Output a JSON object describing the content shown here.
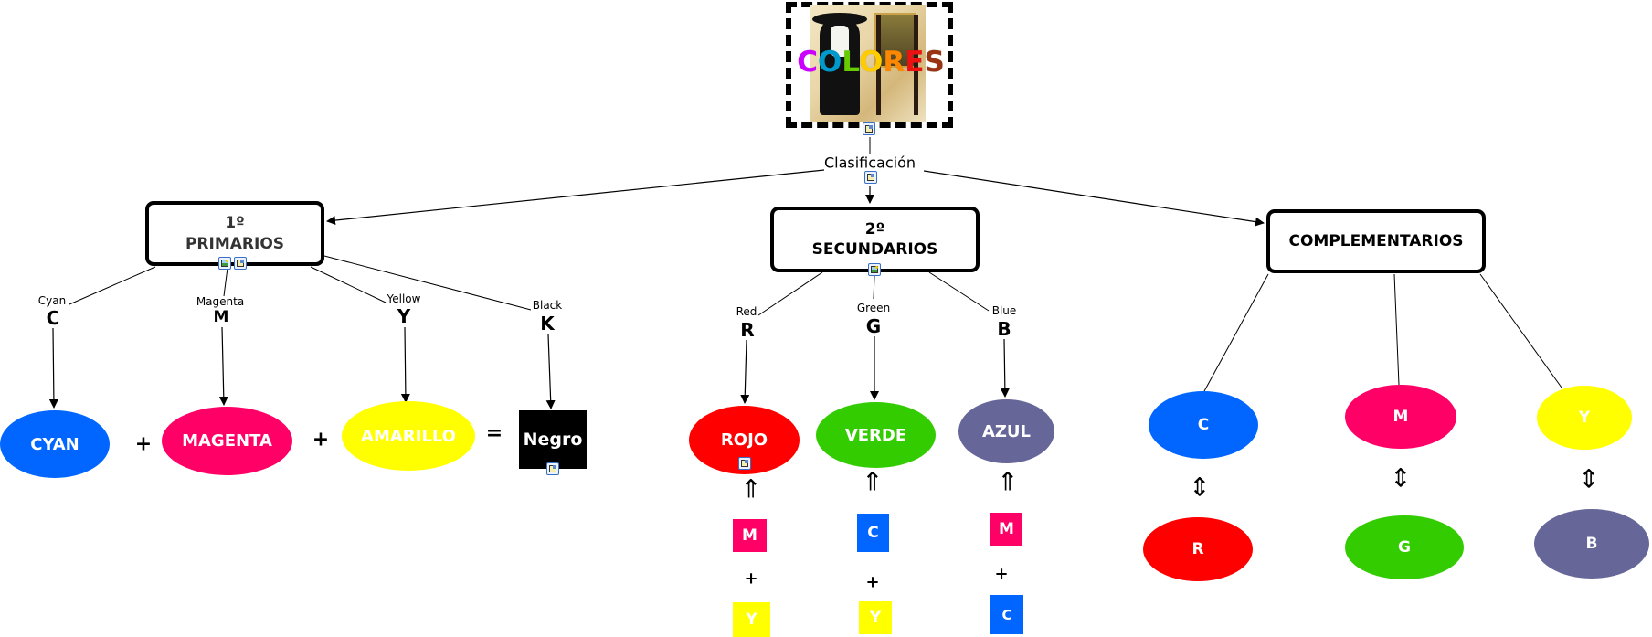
{
  "title": {
    "letters": [
      "C",
      "O",
      "L",
      "O",
      "R",
      "E",
      "S"
    ],
    "letter_colors": [
      "#cc00ff",
      "#0099cc",
      "#66cc00",
      "#ffcc00",
      "#ff8800",
      "#ee1111",
      "#993311"
    ],
    "image_alt": "playmobil-painter-with-mona-lisa"
  },
  "linking": {
    "classification": "Clasificación"
  },
  "concepts": {
    "primarios": {
      "line1": "1º",
      "line2": "PRIMARIOS"
    },
    "secundarios": {
      "line1": "2º",
      "line2": "SECUNDARIOS"
    },
    "complementarios": {
      "label": "COMPLEMENTARIOS"
    }
  },
  "cmyk": {
    "links": [
      {
        "word": "Cyan",
        "letter": "C"
      },
      {
        "word": "Magenta",
        "letter": "M"
      },
      {
        "word": "Yellow",
        "letter": "Y"
      },
      {
        "word": "Black",
        "letter": "K"
      }
    ],
    "results": [
      {
        "label": "CYAN",
        "color": "#0066ff"
      },
      {
        "label": "MAGENTA",
        "color": "#ff0066"
      },
      {
        "label": "AMARILLO",
        "color": "#ffff00"
      },
      {
        "label": "Negro",
        "color": "#000000"
      }
    ],
    "operators": [
      "+",
      "+",
      "="
    ]
  },
  "rgb": {
    "links": [
      {
        "word": "Red",
        "letter": "R"
      },
      {
        "word": "Green",
        "letter": "G"
      },
      {
        "word": "Blue",
        "letter": "B"
      }
    ],
    "results": [
      {
        "label": "ROJO",
        "color": "#ff0000"
      },
      {
        "label": "VERDE",
        "color": "#33cc00"
      },
      {
        "label": "AZUL",
        "color": "#666699"
      }
    ],
    "arrow_symbol": "⇑",
    "mixes": [
      {
        "a": "M",
        "a_color": "#ff0066",
        "op": "+",
        "b": "Y",
        "b_color": "#ffff00"
      },
      {
        "a": "C",
        "a_color": "#0066ff",
        "op": "+",
        "b": "Y",
        "b_color": "#ffff00"
      },
      {
        "a": "M",
        "a_color": "#ff0066",
        "op": "+",
        "b": "C",
        "b_color": "#0066ff"
      }
    ]
  },
  "complementary": {
    "arrow_symbol": "⇕",
    "pairs": [
      {
        "top": "C",
        "top_color": "#0066ff",
        "bottom": "R",
        "bottom_color": "#ff0000"
      },
      {
        "top": "M",
        "top_color": "#ff0066",
        "bottom": "G",
        "bottom_color": "#33cc00"
      },
      {
        "top": "Y",
        "top_color": "#ffff00",
        "bottom": "B",
        "bottom_color": "#666699"
      }
    ]
  }
}
